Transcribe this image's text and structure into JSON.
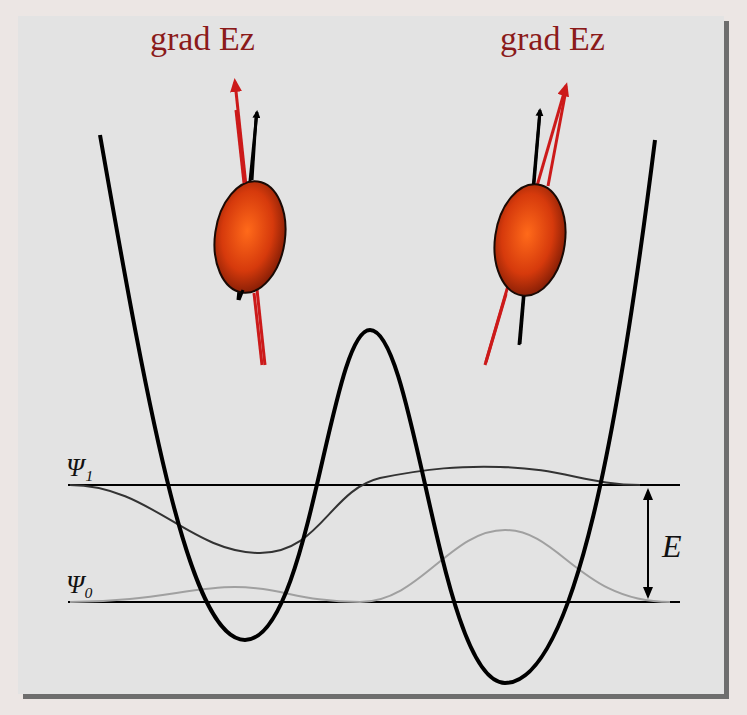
{
  "diagram": {
    "labels": [
      "grad Ez",
      "grad Ez",
      "Ψ₁",
      "Ψ₀",
      "E"
    ]
  }
}
